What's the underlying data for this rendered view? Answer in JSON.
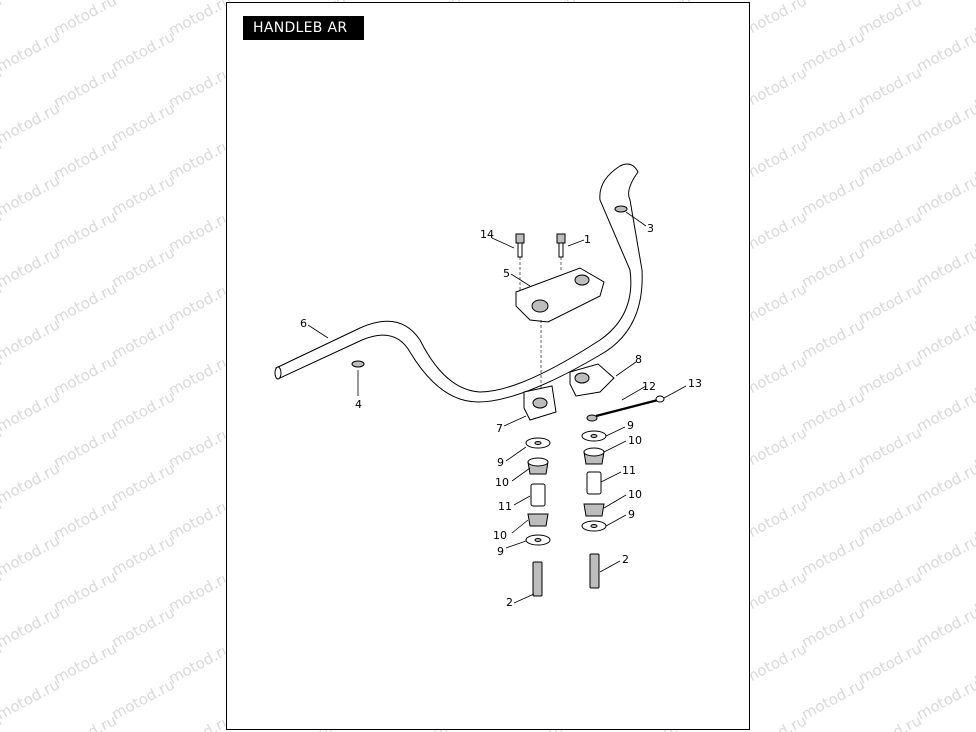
{
  "title": "HANDLEB AR",
  "watermark": "motod.ru",
  "callouts": {
    "c1": "1",
    "c2a": "2",
    "c2b": "2",
    "c3": "3",
    "c4": "4",
    "c5": "5",
    "c6": "6",
    "c7": "7",
    "c8": "8",
    "c9a": "9",
    "c9b": "9",
    "c9c": "9",
    "c9d": "9",
    "c10a": "10",
    "c10b": "10",
    "c10c": "10",
    "c10d": "10",
    "c11a": "11",
    "c11b": "11",
    "c12": "12",
    "c13": "13",
    "c14": "14"
  }
}
